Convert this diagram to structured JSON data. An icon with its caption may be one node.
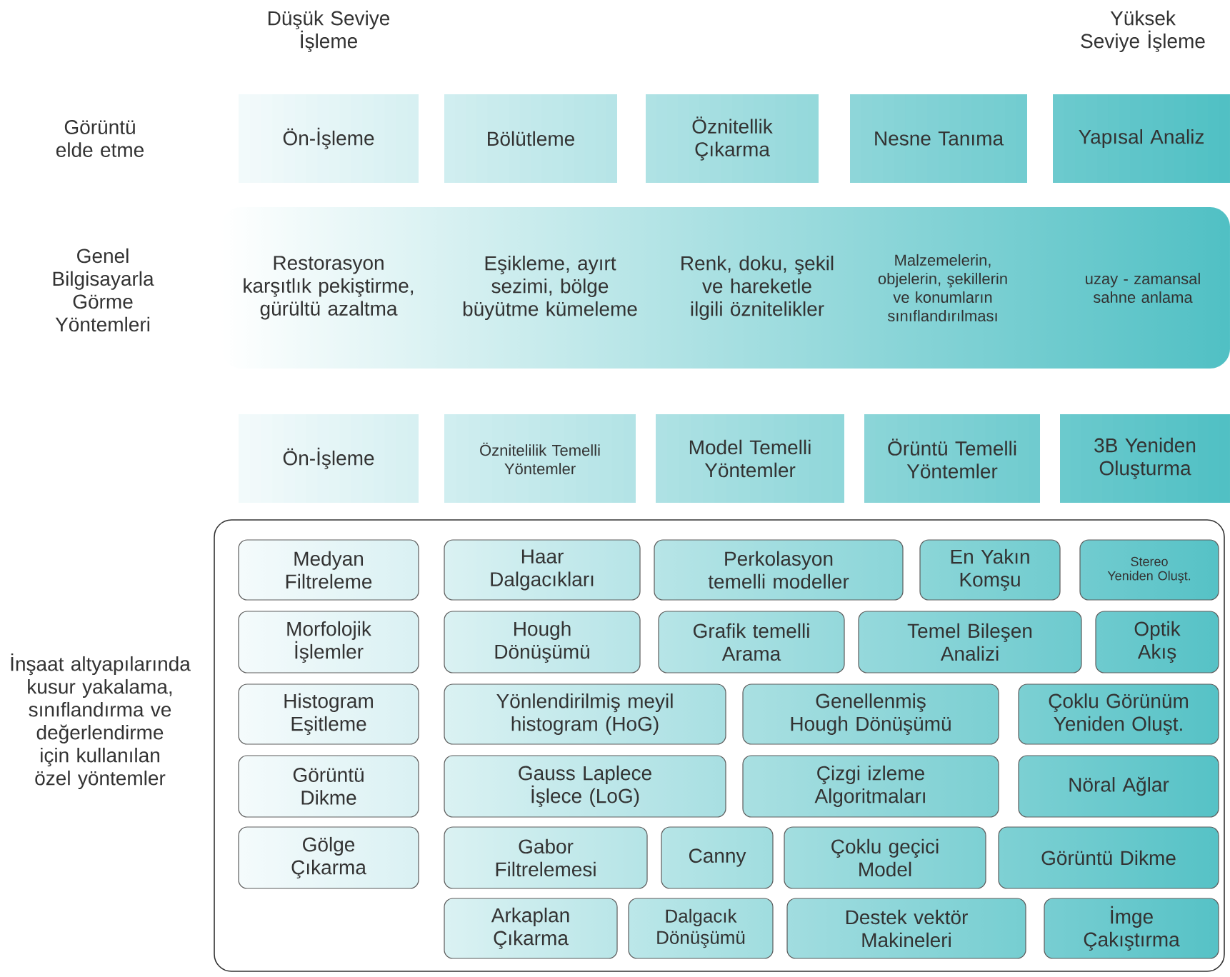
{
  "diagram": {
    "nodes": [
      {
        "text": [
          "Ön-İşleme"
        ]
      },
      {
        "text": [
          "Bölütleme"
        ]
      },
      {
        "text": [
          "Öznitellik Çıkarma"
        ]
      },
      {
        "text": [
          "Nesne Tanıma"
        ]
      },
      {
        "text": [
          "Yapısal Analiz"
        ]
      },
      {
        "text": [
          "Restorasyon karşıtlık pekiştirme, gürültü azaltma",
          "Eşikleme, ayırt sezimi, bölge büyütme kümeleme",
          "Renk, doku, şekil ve hareketle ilgili öznitelikler",
          "Malzemelerin, objelerin, şekillerin ve konumların sınıflandırılması",
          "uzay - zamansal sahne anlama"
        ]
      },
      {
        "text": [
          "Ön-İşleme"
        ]
      },
      {
        "text": [
          "Öznitelilik Temelli Yöntemler"
        ]
      },
      {
        "text": [
          "Model Temelli Yöntemler"
        ]
      },
      {
        "text": [
          "Örüntü Temelli Yöntemler"
        ]
      },
      {
        "text": [
          "3B Yeniden Oluşturma"
        ]
      },
      {
        "text": [],
        "shape": "box"
      },
      {
        "text": [
          "Medyan Filtreleme"
        ],
        "in": 11
      },
      {
        "text": [
          "Haar Dalgacıkları"
        ],
        "in": 11
      },
      {
        "text": [
          "Perkolasyon temelli modeller"
        ],
        "in": 11
      },
      {
        "text": [
          "En Yakın Komşu"
        ],
        "in": 11
      },
      {
        "text": [
          "Stereo Yeniden Oluşt."
        ],
        "in": 11
      },
      {
        "text": [
          "Morfolojik İşlemler"
        ],
        "in": 11
      },
      {
        "text": [
          "Hough Dönüşümü"
        ],
        "in": 11
      },
      {
        "text": [
          "Grafik temelli Arama"
        ],
        "in": 11
      },
      {
        "text": [
          "Temel Bileşen Analizi"
        ],
        "in": 11
      },
      {
        "text": [
          "Optik Akış"
        ],
        "in": 11
      },
      {
        "text": [
          "Histogram Eşitleme"
        ],
        "in": 11
      },
      {
        "text": [
          "Yönlendirilmiş meyil histogram (HoG)"
        ],
        "in": 11
      },
      {
        "text": [
          "Genellenmiş Hough Dönüşümü"
        ],
        "in": 11
      },
      {
        "text": [
          "Çoklu Görünüm Yeniden Oluşt."
        ],
        "in": 11
      },
      {
        "text": [
          "Görüntü Dikme"
        ],
        "in": 11
      },
      {
        "text": [
          "Gauss Laplece İşlece (LoG)"
        ],
        "in": 11
      },
      {
        "text": [
          "Çizgi izleme Algoritmaları"
        ],
        "in": 11
      },
      {
        "text": [
          "Nöral Ağlar"
        ],
        "in": 11
      },
      {
        "text": [
          "Gölge Çıkarma"
        ],
        "in": 11
      },
      {
        "text": [
          "Gabor Filtrelemesi"
        ],
        "in": 11
      },
      {
        "text": [
          "Canny"
        ],
        "in": 11
      },
      {
        "text": [
          "Çoklu geçici Model"
        ],
        "in": 11
      },
      {
        "text": [
          "Görüntü Dikme"
        ],
        "in": 11
      },
      {
        "text": [
          "Arkaplan Çıkarma"
        ],
        "in": 11
      },
      {
        "text": [
          "Dalgacık Dönüşümü"
        ],
        "in": 11
      },
      {
        "text": [
          "Destek vektör Makineleri"
        ],
        "in": 11
      },
      {
        "text": [
          "İmge Çakıştırma"
        ],
        "in": 11
      }
    ],
    "labels": [
      "Düşük Seviye İşleme",
      "Yüksek Seviye İşleme",
      "Görüntü elde etme",
      "Genel Bilgisayarla Görme Yöntemleri",
      "İnşaat altyapılarında kusur yakalama, sınıflandırma ve değerlendirme için kullanılan özel yöntemler"
    ]
  }
}
